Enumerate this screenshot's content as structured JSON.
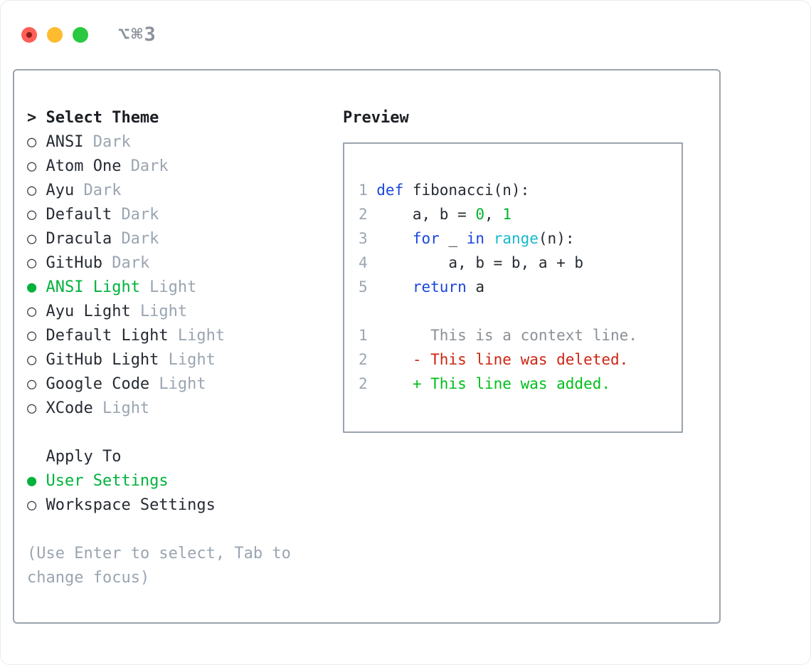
{
  "colors": {
    "fg": "#262b33",
    "muted": "#9aa5b1",
    "ctx": "#8a9096",
    "kw": "#1946dc",
    "num": "#00b42c",
    "bi": "#17b9cd",
    "del": "#cc2512",
    "add": "#00bf1c",
    "sel": "#00b23c",
    "circle": "#3c434b",
    "border": "#9aa3ad",
    "title": "#8b929b",
    "red": "#ff5f57",
    "reddot": "#8c1d18",
    "yellow": "#febc2e",
    "green": "#28c840"
  },
  "window": {
    "title": "⌥⌘3"
  },
  "theme_selector": {
    "prefix": ">",
    "title": "Select Theme",
    "options": [
      {
        "name": "ANSI",
        "variant": "Dark",
        "selected": false
      },
      {
        "name": "Atom One",
        "variant": "Dark",
        "selected": false
      },
      {
        "name": "Ayu",
        "variant": "Dark",
        "selected": false
      },
      {
        "name": "Default",
        "variant": "Dark",
        "selected": false
      },
      {
        "name": "Dracula",
        "variant": "Dark",
        "selected": false
      },
      {
        "name": "GitHub",
        "variant": "Dark",
        "selected": false
      },
      {
        "name": "ANSI Light",
        "variant": "Light",
        "selected": true
      },
      {
        "name": "Ayu Light",
        "variant": "Light",
        "selected": false
      },
      {
        "name": "Default Light",
        "variant": "Light",
        "selected": false
      },
      {
        "name": "GitHub Light",
        "variant": "Light",
        "selected": false
      },
      {
        "name": "Google Code",
        "variant": "Light",
        "selected": false
      },
      {
        "name": "XCode",
        "variant": "Light",
        "selected": false
      }
    ]
  },
  "apply_to": {
    "title": "Apply To",
    "options": [
      {
        "name": "User Settings",
        "selected": true
      },
      {
        "name": "Workspace Settings",
        "selected": false
      }
    ]
  },
  "help": {
    "lines": [
      "(Use Enter to select, Tab to",
      "change focus)"
    ]
  },
  "preview": {
    "title": "Preview",
    "code_lines": [
      {
        "num": "1",
        "segments": [
          {
            "t": "def",
            "c": "kw"
          },
          {
            "t": " fibonacci(n):",
            "c": "fg"
          }
        ]
      },
      {
        "num": "2",
        "segments": [
          {
            "t": "    a, b = ",
            "c": "fg"
          },
          {
            "t": "0",
            "c": "num"
          },
          {
            "t": ", ",
            "c": "fg"
          },
          {
            "t": "1",
            "c": "num"
          }
        ]
      },
      {
        "num": "3",
        "segments": [
          {
            "t": "    ",
            "c": "fg"
          },
          {
            "t": "for",
            "c": "kw"
          },
          {
            "t": " _ ",
            "c": "fg"
          },
          {
            "t": "in",
            "c": "kw"
          },
          {
            "t": " ",
            "c": "fg"
          },
          {
            "t": "range",
            "c": "bi"
          },
          {
            "t": "(n):",
            "c": "fg"
          }
        ]
      },
      {
        "num": "4",
        "segments": [
          {
            "t": "        a, b = b, a + b",
            "c": "fg"
          }
        ]
      },
      {
        "num": "5",
        "segments": [
          {
            "t": "    ",
            "c": "fg"
          },
          {
            "t": "return",
            "c": "kw"
          },
          {
            "t": " a",
            "c": "fg"
          }
        ]
      }
    ],
    "diff_lines": [
      {
        "num": "1",
        "segments": [
          {
            "t": "      This is a context line.",
            "c": "ctx"
          }
        ]
      },
      {
        "num": "2",
        "segments": [
          {
            "t": "    - This line was deleted.",
            "c": "del"
          }
        ]
      },
      {
        "num": "2",
        "segments": [
          {
            "t": "    + This line was added.",
            "c": "add"
          }
        ]
      }
    ]
  }
}
